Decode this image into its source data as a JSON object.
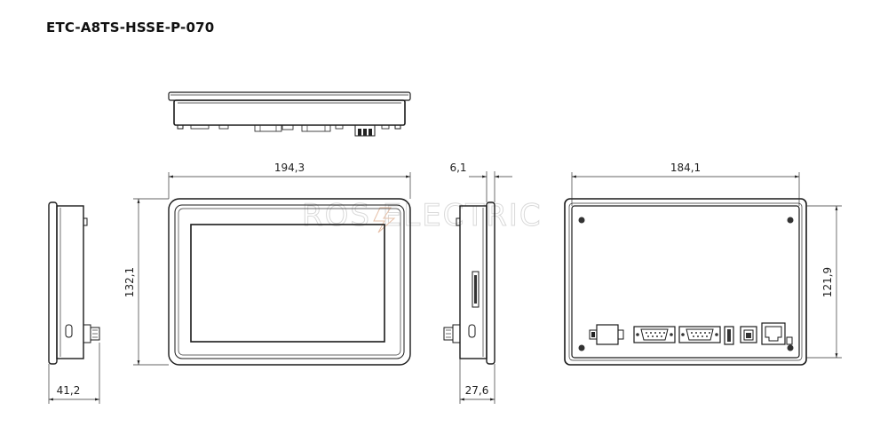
{
  "document": {
    "title": "ETC-A8TS-HSSE-P-070",
    "watermark": "ROS ELECTRIC"
  },
  "dimensions": {
    "front_width": "194,3",
    "front_height": "132,1",
    "side_thickness": "6,1",
    "side_depth": "27,6",
    "left_depth": "41,2",
    "rear_width": "184,1",
    "rear_height": "121,9"
  }
}
